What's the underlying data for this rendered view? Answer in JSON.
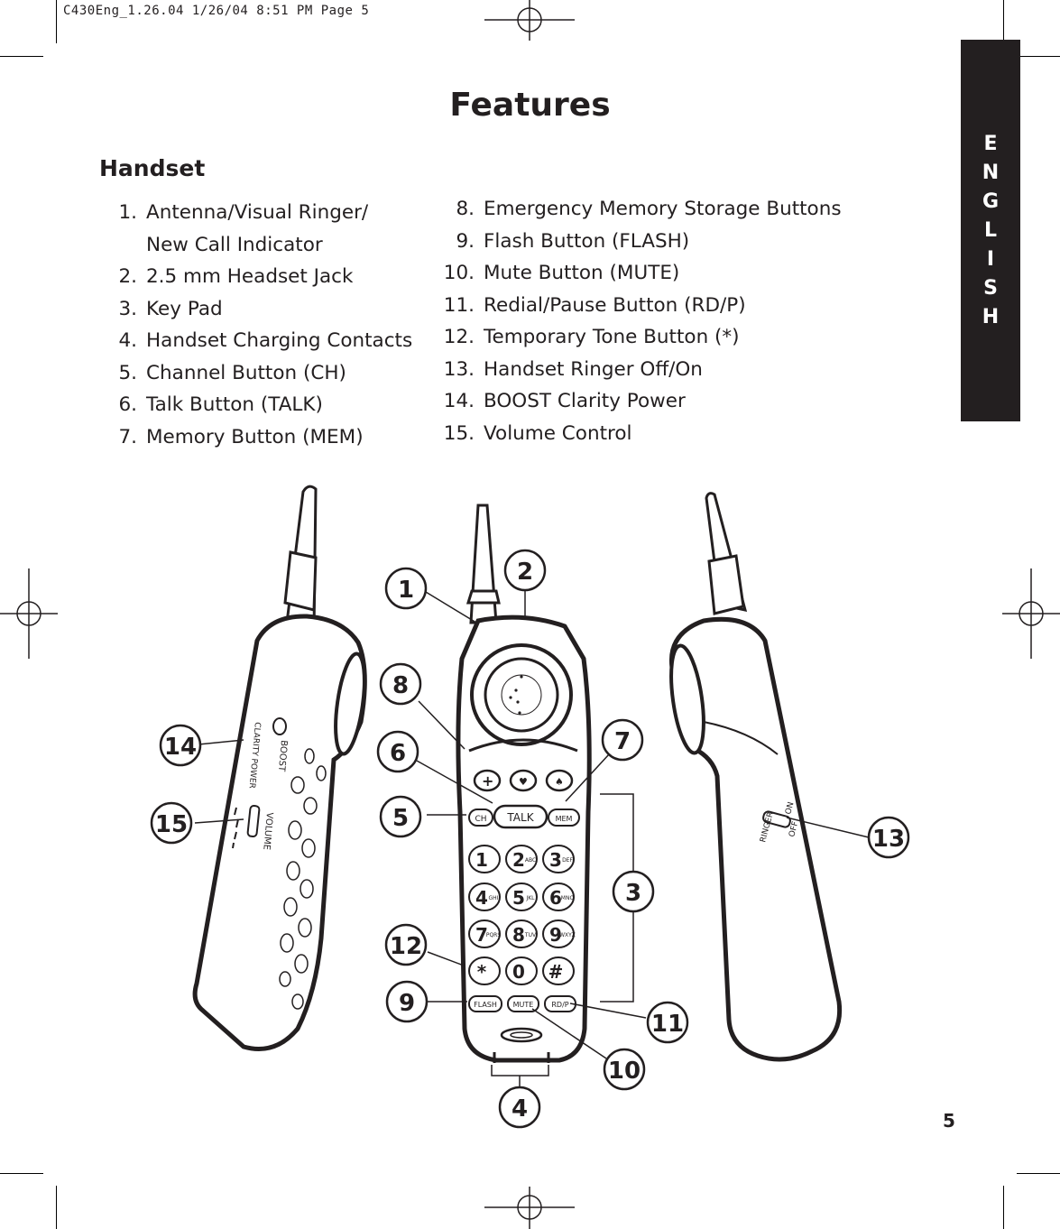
{
  "print_slug": "C430Eng_1.26.04  1/26/04  8:51 PM  Page 5",
  "page_title": "Features",
  "section_title": "Handset",
  "side_tab": "ENGLISH",
  "left_list": [
    {
      "num": "1.",
      "text": "Antenna/Visual Ringer/",
      "text2": "New Call Indicator"
    },
    {
      "num": "2.",
      "text": "2.5 mm Headset Jack"
    },
    {
      "num": "3.",
      "text": "Key Pad"
    },
    {
      "num": "4.",
      "text": "Handset Charging Contacts"
    },
    {
      "num": "5.",
      "text": "Channel Button (CH)"
    },
    {
      "num": "6.",
      "text": "Talk Button (TALK)"
    },
    {
      "num": "7.",
      "text": "Memory Button (MEM)"
    }
  ],
  "right_list": [
    {
      "num": "8.",
      "text": "Emergency Memory Storage Buttons"
    },
    {
      "num": "9.",
      "text": "Flash Button (FLASH)"
    },
    {
      "num": "10.",
      "text": "Mute Button (MUTE)"
    },
    {
      "num": "11.",
      "text": "Redial/Pause Button (RD/P)"
    },
    {
      "num": "12.",
      "text": "Temporary Tone Button (*)"
    },
    {
      "num": "13.",
      "text": "Handset Ringer Off/On"
    },
    {
      "num": "14.",
      "text": "BOOST Clarity Power"
    },
    {
      "num": "15.",
      "text": "Volume Control"
    }
  ],
  "figure": {
    "callouts": [
      "1",
      "2",
      "3",
      "4",
      "5",
      "6",
      "7",
      "8",
      "9",
      "10",
      "11",
      "12",
      "13",
      "14",
      "15"
    ],
    "labels": {
      "talk": "TALK",
      "ch": "CH",
      "mem": "MEM",
      "flash": "FLASH",
      "mute": "MUTE",
      "rdp": "RD/P",
      "boost": "BOOST",
      "clarity": "CLARITY POWER",
      "volume": "VOLUME",
      "ringer": "RINGER",
      "off": "OFF",
      "on": "ON"
    },
    "keys": [
      {
        "digit": "1",
        "letters": ""
      },
      {
        "digit": "2",
        "letters": "ABC"
      },
      {
        "digit": "3",
        "letters": "DEF"
      },
      {
        "digit": "4",
        "letters": "GHI"
      },
      {
        "digit": "5",
        "letters": "JKL"
      },
      {
        "digit": "6",
        "letters": "MNO"
      },
      {
        "digit": "7",
        "letters": "PQRS"
      },
      {
        "digit": "8",
        "letters": "TUV"
      },
      {
        "digit": "9",
        "letters": "WXYZ"
      },
      {
        "digit": "*",
        "letters": ""
      },
      {
        "digit": "0",
        "letters": ""
      },
      {
        "digit": "#",
        "letters": ""
      }
    ]
  },
  "page_number": "5"
}
